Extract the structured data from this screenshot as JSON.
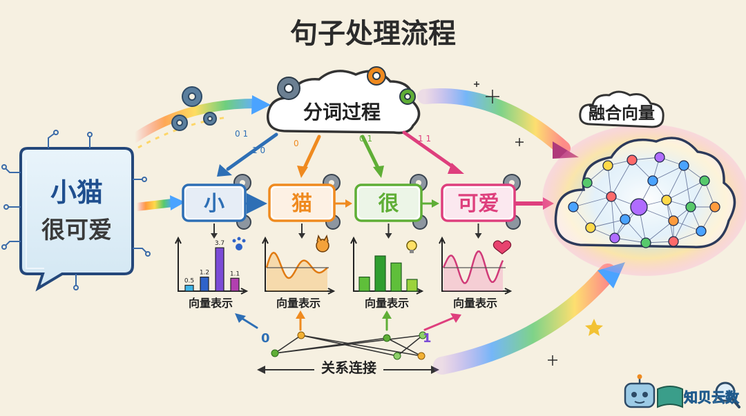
{
  "title": "句子处理流程",
  "input": {
    "line1": "小猫",
    "line2": "很可爱"
  },
  "tokenizer": {
    "label": "分词过程"
  },
  "fusion": {
    "label": "融合向量"
  },
  "tokens": [
    {
      "text": "小",
      "color": "#2e6fb5"
    },
    {
      "text": "猫",
      "color": "#ef8a1f"
    },
    {
      "text": "很",
      "color": "#5fae36"
    },
    {
      "text": "可爱",
      "color": "#de3f7d"
    }
  ],
  "vector_label": "向量表示",
  "bar_values": [
    {
      "label": "0.5",
      "value": 0.5,
      "color": "#3fb5e8"
    },
    {
      "label": "1.2",
      "value": 1.2,
      "color": "#2f63c9"
    },
    {
      "label": "3.7",
      "value": 3.7,
      "color": "#7b4bd6"
    },
    {
      "label": "1.1",
      "value": 1.1,
      "color": "#b23fb0"
    }
  ],
  "green_bars": [
    {
      "value": 0.3
    },
    {
      "value": 0.75
    },
    {
      "value": 0.6
    },
    {
      "value": 0.25
    }
  ],
  "relation_label": "关系连接",
  "binary_marks": {
    "left": "0",
    "right": "1"
  },
  "logo": {
    "text": "知贝云数"
  }
}
